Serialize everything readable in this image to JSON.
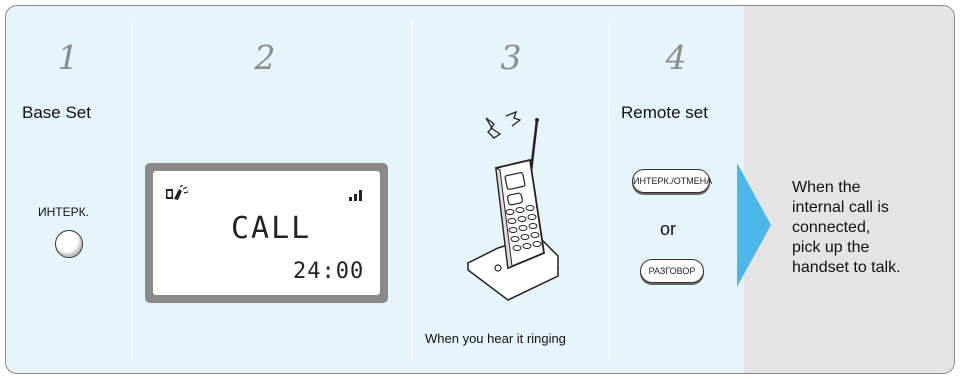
{
  "steps": [
    {
      "number": "1",
      "title": "Base Set"
    },
    {
      "number": "2"
    },
    {
      "number": "3",
      "caption": "When you hear it ringing"
    },
    {
      "number": "4",
      "title": "Remote set"
    }
  ],
  "base": {
    "button_label": "ИНТЕРК."
  },
  "lcd": {
    "main_text": "CALL",
    "time_text": "24:00"
  },
  "remote": {
    "button1_label": "ИНТЕРК./ОТМЕНА",
    "or_text": "or",
    "button2_label": "РАЗГОВОР"
  },
  "result": {
    "text": "When the\ninternal call is\nconnected,\npick up the\nhandset to talk."
  },
  "colors": {
    "panel_bg": "#e6f4fb",
    "result_bg": "#e4e4e4",
    "arrow": "#4bb6e8",
    "step_number": "#8c8c8c"
  }
}
